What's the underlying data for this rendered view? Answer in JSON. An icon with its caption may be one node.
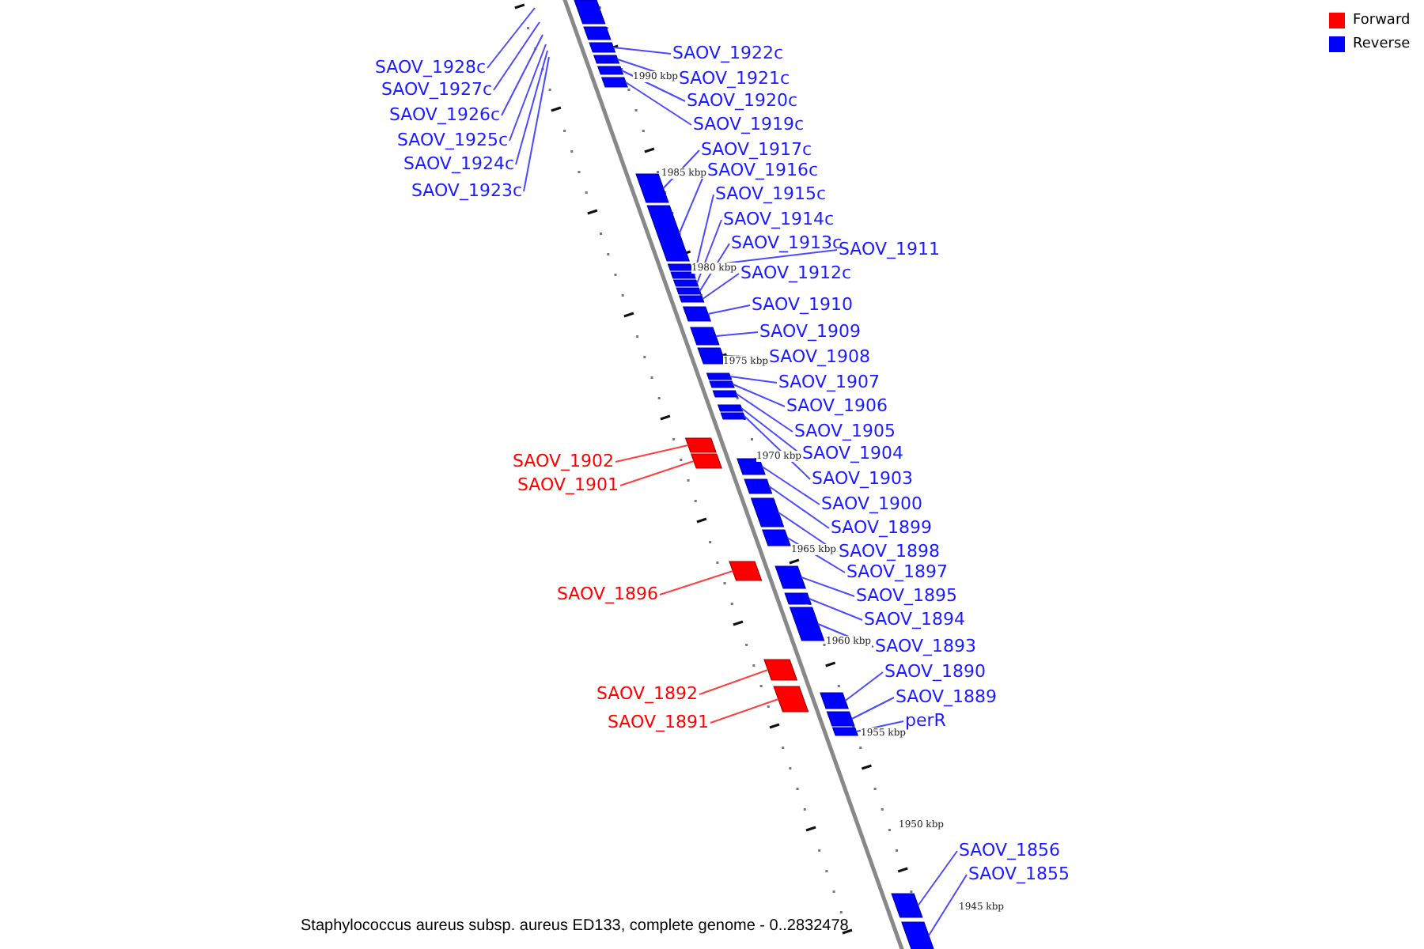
{
  "diagram": {
    "caption": "Staphylococcus aureus subsp. aureus ED133, complete genome - 0..2832478",
    "nodes": [
      {
        "text": [
          "SAOV_1922c"
        ]
      },
      {
        "text": [
          "SAOV_1928c"
        ]
      },
      {
        "text": [
          "SAOV_1921c"
        ]
      },
      {
        "text": [
          "SAOV_1927c"
        ]
      },
      {
        "text": [
          "SAOV_1920c"
        ]
      },
      {
        "text": [
          "SAOV_1926c"
        ]
      },
      {
        "text": [
          "SAOV_1919c"
        ]
      },
      {
        "text": [
          "SAOV_1925c"
        ]
      },
      {
        "text": [
          "SAOV_1917c"
        ]
      },
      {
        "text": [
          "SAOV_1924c"
        ]
      },
      {
        "text": [
          "SAOV_1916c"
        ]
      },
      {
        "text": [
          "SAOV_1923c"
        ]
      },
      {
        "text": [
          "SAOV_1915c"
        ]
      },
      {
        "text": [
          "SAOV_1914c"
        ]
      },
      {
        "text": [
          "SAOV_1913c"
        ]
      },
      {
        "text": [
          "SAOV_1911"
        ]
      },
      {
        "text": [
          "SAOV_1912c"
        ]
      },
      {
        "text": [
          "SAOV_1910"
        ]
      },
      {
        "text": [
          "SAOV_1909"
        ]
      },
      {
        "text": [
          "SAOV_1908"
        ]
      },
      {
        "text": [
          "SAOV_1907"
        ]
      },
      {
        "text": [
          "SAOV_1906"
        ]
      },
      {
        "text": [
          "SAOV_1905"
        ]
      },
      {
        "text": [
          "SAOV_1904"
        ]
      },
      {
        "text": [
          "SAOV_1902"
        ]
      },
      {
        "text": [
          "SAOV_1903"
        ]
      },
      {
        "text": [
          "SAOV_1901"
        ]
      },
      {
        "text": [
          "SAOV_1900"
        ]
      },
      {
        "text": [
          "SAOV_1899"
        ]
      },
      {
        "text": [
          "SAOV_1898"
        ]
      },
      {
        "text": [
          "SAOV_1897"
        ]
      },
      {
        "text": [
          "SAOV_1896"
        ]
      },
      {
        "text": [
          "SAOV_1895"
        ]
      },
      {
        "text": [
          "SAOV_1894"
        ]
      },
      {
        "text": [
          "SAOV_1893"
        ]
      },
      {
        "text": [
          "SAOV_1890"
        ]
      },
      {
        "text": [
          "SAOV_1892"
        ]
      },
      {
        "text": [
          "SAOV_1889"
        ]
      },
      {
        "text": [
          "perR"
        ]
      },
      {
        "text": [
          "SAOV_1891"
        ]
      },
      {
        "text": [
          "SAOV_1856"
        ]
      },
      {
        "text": [
          "SAOV_1855"
        ]
      },
      {
        "text": [],
        "shape": "box"
      },
      {
        "text": [],
        "shape": "box"
      },
      {
        "text": [],
        "shape": "box"
      },
      {
        "text": [],
        "shape": "box"
      },
      {
        "text": [],
        "shape": "box"
      },
      {
        "text": [],
        "shape": "box"
      },
      {
        "text": [],
        "shape": "box"
      },
      {
        "text": [],
        "shape": "box"
      },
      {
        "text": [],
        "shape": "box"
      },
      {
        "text": [],
        "shape": "box"
      },
      {
        "text": [],
        "shape": "box"
      },
      {
        "text": [],
        "shape": "box"
      },
      {
        "text": [],
        "shape": "box"
      },
      {
        "text": [],
        "shape": "box"
      },
      {
        "text": [],
        "shape": "box"
      },
      {
        "text": [],
        "shape": "box"
      },
      {
        "text": [],
        "shape": "box"
      },
      {
        "text": [],
        "shape": "box"
      },
      {
        "text": [],
        "shape": "box"
      },
      {
        "text": [],
        "shape": "box"
      },
      {
        "text": [],
        "shape": "box"
      },
      {
        "text": [],
        "shape": "box"
      },
      {
        "text": [],
        "shape": "box"
      },
      {
        "text": [],
        "shape": "box"
      },
      {
        "text": [],
        "shape": "box"
      },
      {
        "text": [],
        "shape": "box"
      },
      {
        "text": [],
        "shape": "box"
      },
      {
        "text": [],
        "shape": "box"
      },
      {
        "text": [],
        "shape": "box"
      },
      {
        "text": [],
        "shape": "box"
      },
      {
        "text": [],
        "shape": "box"
      },
      {
        "text": [],
        "shape": "box"
      },
      {
        "text": [],
        "shape": "box"
      },
      {
        "text": [],
        "shape": "box"
      },
      {
        "text": [],
        "shape": "box"
      },
      {
        "text": [],
        "shape": "box"
      },
      {
        "text": [],
        "shape": "box"
      },
      {
        "text": [],
        "shape": "box"
      }
    ],
    "edges": [
      {
        "from": 0,
        "to": 44,
        "arrow": "none"
      },
      {
        "from": 1,
        "to": null,
        "arrow": "none"
      },
      {
        "from": 2,
        "to": 45,
        "arrow": "none"
      },
      {
        "from": 3,
        "to": null,
        "arrow": "none"
      },
      {
        "from": 4,
        "to": 46,
        "arrow": "none"
      },
      {
        "from": 5,
        "to": null,
        "arrow": "none"
      },
      {
        "from": 6,
        "to": 47,
        "arrow": "none"
      },
      {
        "from": 7,
        "to": null,
        "arrow": "none"
      },
      {
        "from": 8,
        "to": 48,
        "arrow": "none"
      },
      {
        "from": 9,
        "to": null,
        "arrow": "none"
      },
      {
        "from": 10,
        "to": 49,
        "arrow": "none"
      },
      {
        "from": 11,
        "to": null,
        "arrow": "none"
      },
      {
        "from": 12,
        "to": 51,
        "arrow": "none"
      },
      {
        "from": 13,
        "to": 52,
        "arrow": "none"
      },
      {
        "from": 14,
        "to": 53,
        "arrow": "none"
      },
      {
        "from": 15,
        "to": 50,
        "arrow": "none"
      },
      {
        "from": 16,
        "to": 54,
        "arrow": "none"
      },
      {
        "from": 17,
        "to": 55,
        "arrow": "none"
      },
      {
        "from": 18,
        "to": 56,
        "arrow": "none"
      },
      {
        "from": 19,
        "to": 57,
        "arrow": "none"
      },
      {
        "from": 20,
        "to": 58,
        "arrow": "none"
      },
      {
        "from": 21,
        "to": 59,
        "arrow": "none"
      },
      {
        "from": 22,
        "to": 60,
        "arrow": "none"
      },
      {
        "from": 23,
        "to": 61,
        "arrow": "none"
      },
      {
        "from": 24,
        "to": 63,
        "arrow": "none",
        "color": "#ff4040"
      },
      {
        "from": 25,
        "to": 62,
        "arrow": "none"
      },
      {
        "from": 26,
        "to": 64,
        "arrow": "none",
        "color": "#ff4040"
      },
      {
        "from": 27,
        "to": 65,
        "arrow": "none"
      },
      {
        "from": 28,
        "to": 66,
        "arrow": "none"
      },
      {
        "from": 29,
        "to": 67,
        "arrow": "none"
      },
      {
        "from": 30,
        "to": 68,
        "arrow": "none"
      },
      {
        "from": 31,
        "to": 69,
        "arrow": "none",
        "color": "#ff4040"
      },
      {
        "from": 32,
        "to": 70,
        "arrow": "none"
      },
      {
        "from": 33,
        "to": 71,
        "arrow": "none"
      },
      {
        "from": 34,
        "to": 72,
        "arrow": "none"
      },
      {
        "from": 35,
        "to": 75,
        "arrow": "none"
      },
      {
        "from": 36,
        "to": 73,
        "arrow": "none",
        "color": "#ff4040"
      },
      {
        "from": 37,
        "to": 76,
        "arrow": "none"
      },
      {
        "from": 38,
        "to": 77,
        "arrow": "none"
      },
      {
        "from": 39,
        "to": 74,
        "arrow": "none",
        "color": "#ff4040"
      },
      {
        "from": 40,
        "to": 78,
        "arrow": "none"
      },
      {
        "from": 41,
        "to": 79,
        "arrow": "none"
      }
    ],
    "labels": [
      "1990 kbp",
      "1985 kbp",
      "1980 kbp",
      "1975 kbp",
      "1970 kbp",
      "1965 kbp",
      "1960 kbp",
      "1955 kbp",
      "1950 kbp",
      "1945 kbp"
    ],
    "legend": [
      {
        "text": "Forward",
        "color": "#ff0000"
      },
      {
        "text": "Reverse",
        "color": "#0000ff"
      }
    ]
  }
}
